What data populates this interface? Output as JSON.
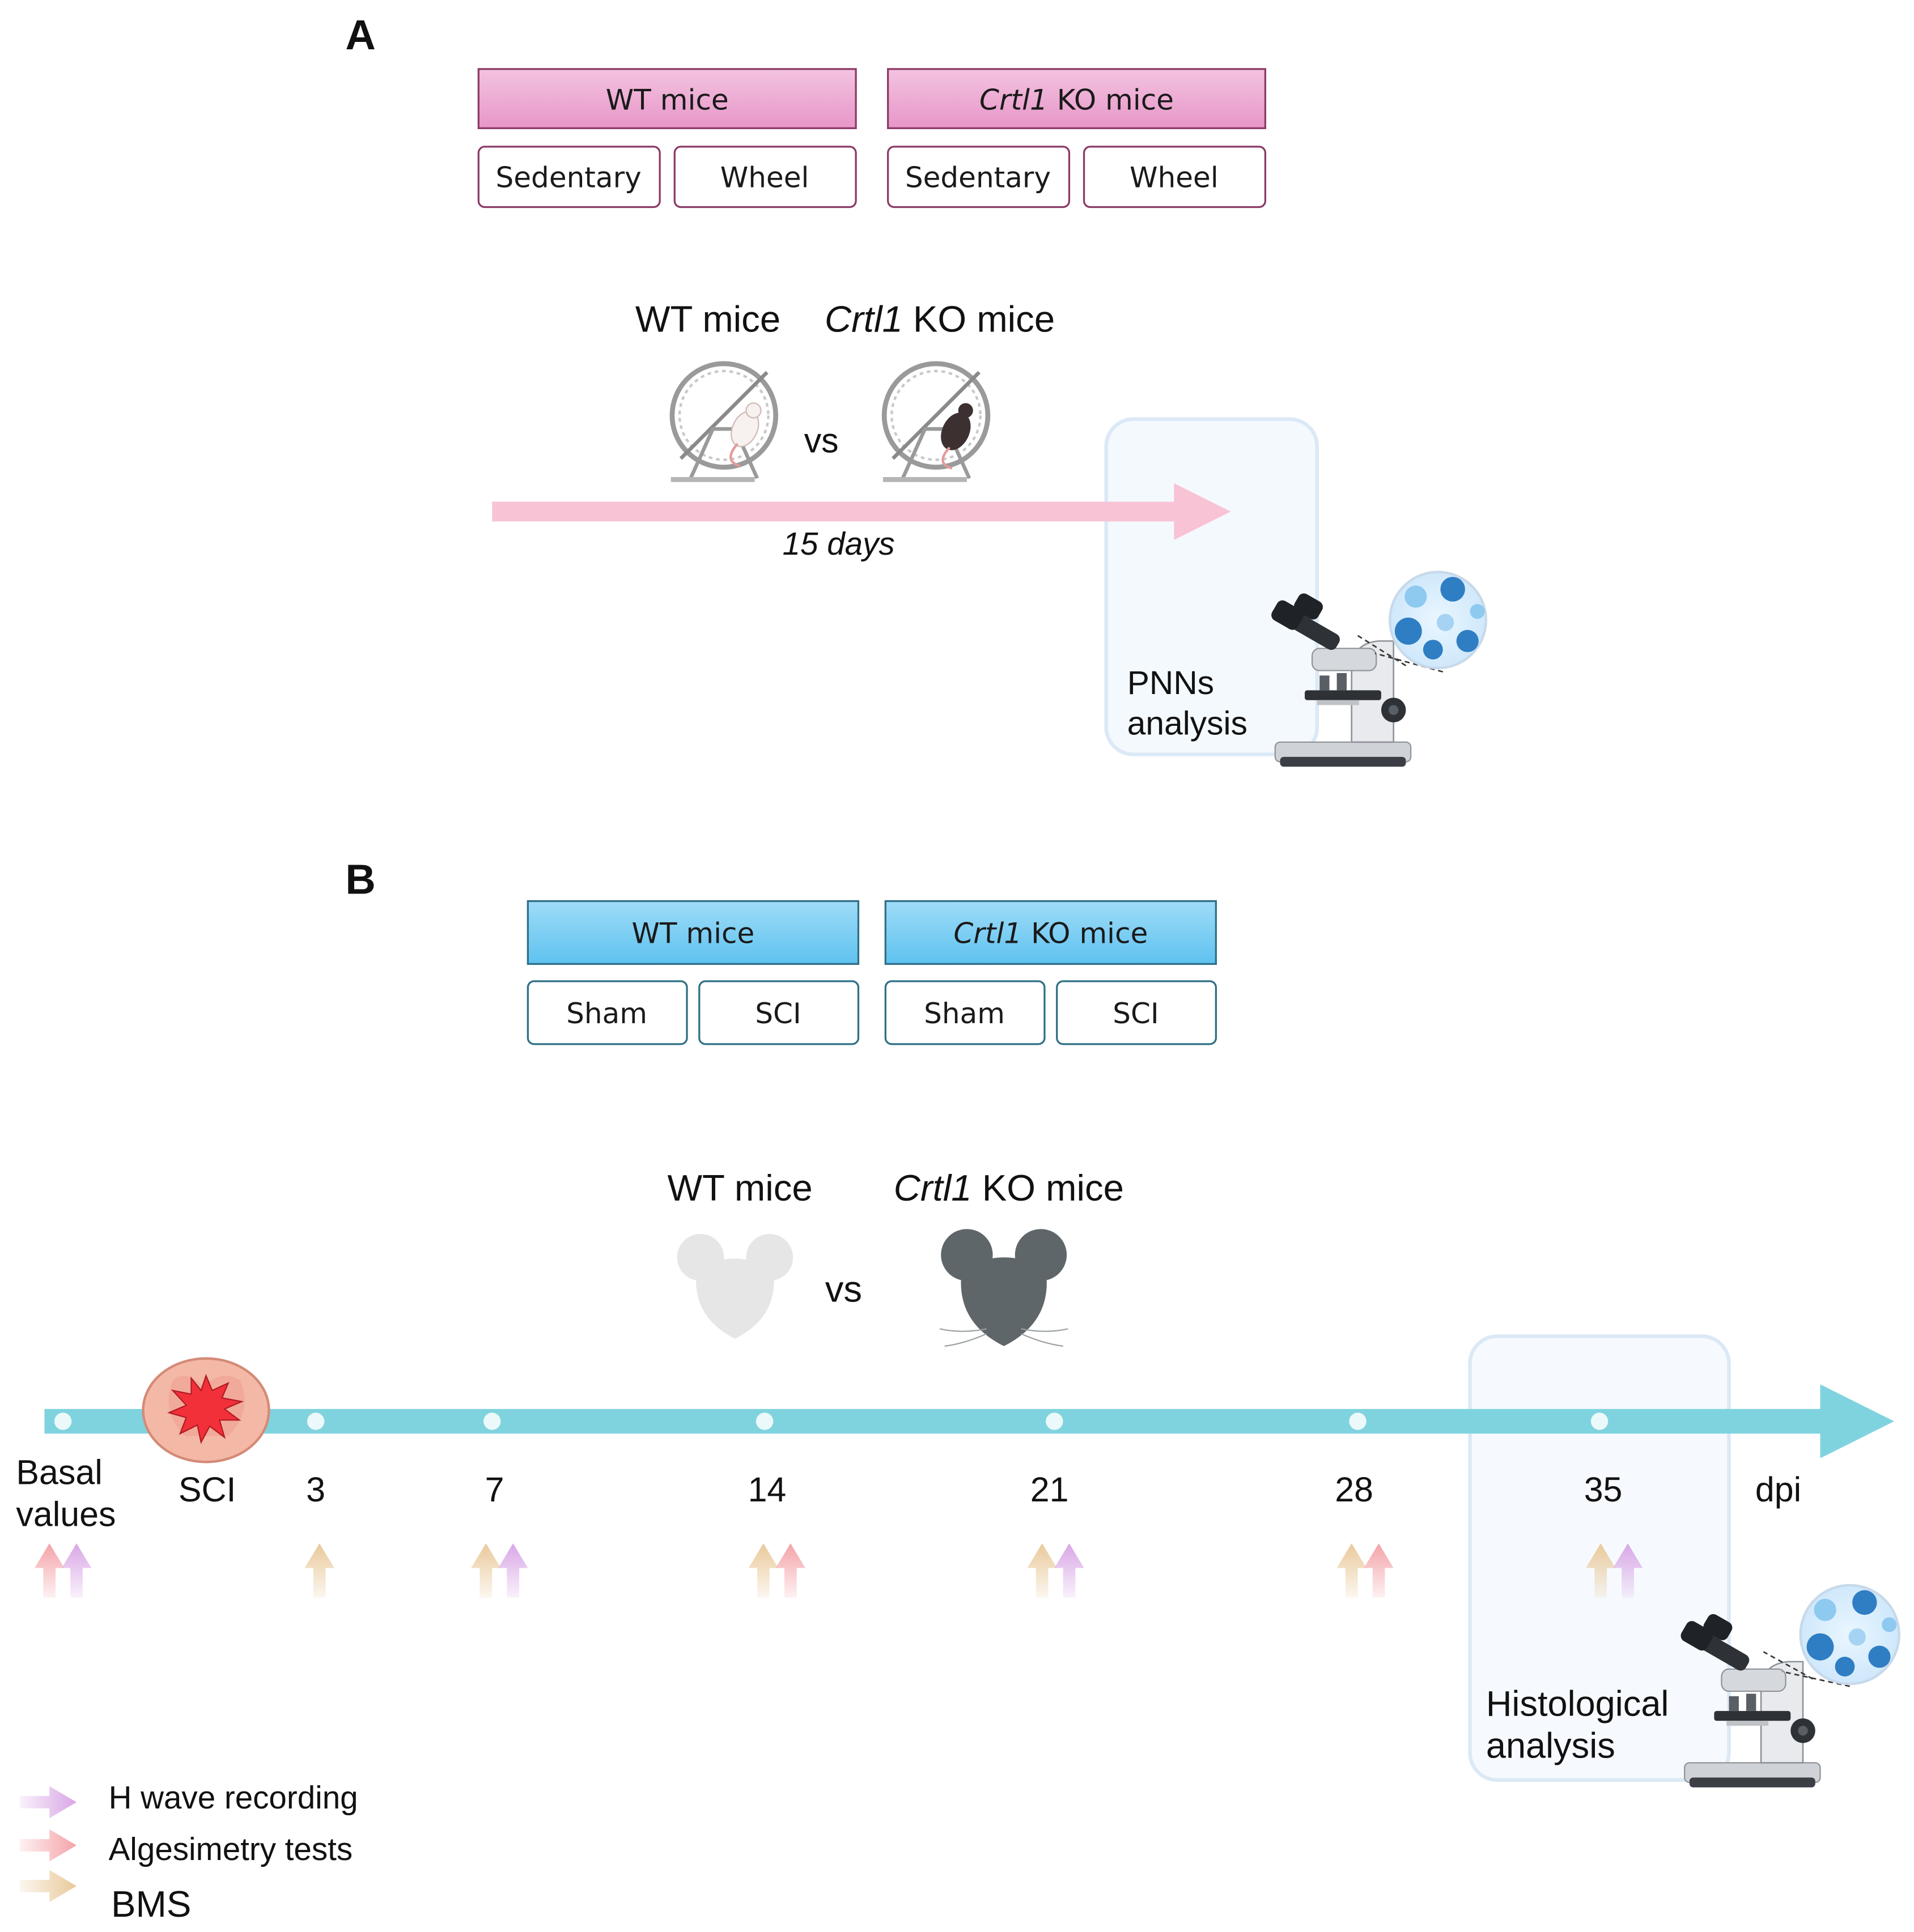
{
  "panel_a": {
    "label": "A",
    "groups": [
      {
        "name_italic": "",
        "name_rest": "WT mice",
        "subgroups": [
          "Sedentary",
          "Wheel"
        ]
      },
      {
        "name_italic": "Crtl1",
        "name_rest": " KO mice",
        "subgroups": [
          "Sedentary",
          "Wheel"
        ]
      }
    ],
    "wt_title": "WT mice",
    "ko_title_italic": "Crtl1",
    "ko_title_rest": " KO mice",
    "vs": "vs",
    "duration": "15 days",
    "analysis_line1": "PNNs",
    "analysis_line2": "analysis"
  },
  "panel_b": {
    "label": "B",
    "groups": [
      {
        "name_italic": "",
        "name_rest": "WT mice",
        "subgroups": [
          "Sham",
          "SCI"
        ]
      },
      {
        "name_italic": "Crtl1",
        "name_rest": " KO mice",
        "subgroups": [
          "Sham",
          "SCI"
        ]
      }
    ],
    "wt_title": "WT mice",
    "ko_title_italic": "Crtl1",
    "ko_title_rest": " KO mice",
    "vs": "vs",
    "timepoints": [
      {
        "label_line1": "Basal",
        "label_line2": "values",
        "tests": [
          "algesimetry",
          "h_wave"
        ]
      },
      {
        "label_line1": "SCI",
        "label_line2": "",
        "tests": []
      },
      {
        "label_line1": "3",
        "label_line2": "",
        "tests": [
          "bms"
        ]
      },
      {
        "label_line1": "7",
        "label_line2": "",
        "tests": [
          "bms",
          "h_wave"
        ]
      },
      {
        "label_line1": "14",
        "label_line2": "",
        "tests": [
          "bms",
          "algesimetry"
        ]
      },
      {
        "label_line1": "21",
        "label_line2": "",
        "tests": [
          "bms",
          "h_wave"
        ]
      },
      {
        "label_line1": "28",
        "label_line2": "",
        "tests": [
          "bms",
          "algesimetry"
        ]
      },
      {
        "label_line1": "35",
        "label_line2": "",
        "tests": [
          "bms",
          "h_wave"
        ]
      }
    ],
    "axis_unit": "dpi",
    "analysis_line1": "Histological",
    "analysis_line2": "analysis"
  },
  "legend": [
    {
      "key": "h_wave",
      "label": "H wave recording",
      "color": "#d9a6e6"
    },
    {
      "key": "algesimetry",
      "label": "Algesimetry tests",
      "color": "#f4a3a8"
    },
    {
      "key": "bms",
      "label": "BMS",
      "color": "#e9c99a"
    }
  ],
  "colors": {
    "pink_header": "#eea9d3",
    "pink_border": "#8c3a66",
    "blue_header": "#7fd0f4",
    "blue_border": "#2f6f86",
    "pink_arrow": "#f8c3d5",
    "teal_timeline": "#7fd3de"
  }
}
